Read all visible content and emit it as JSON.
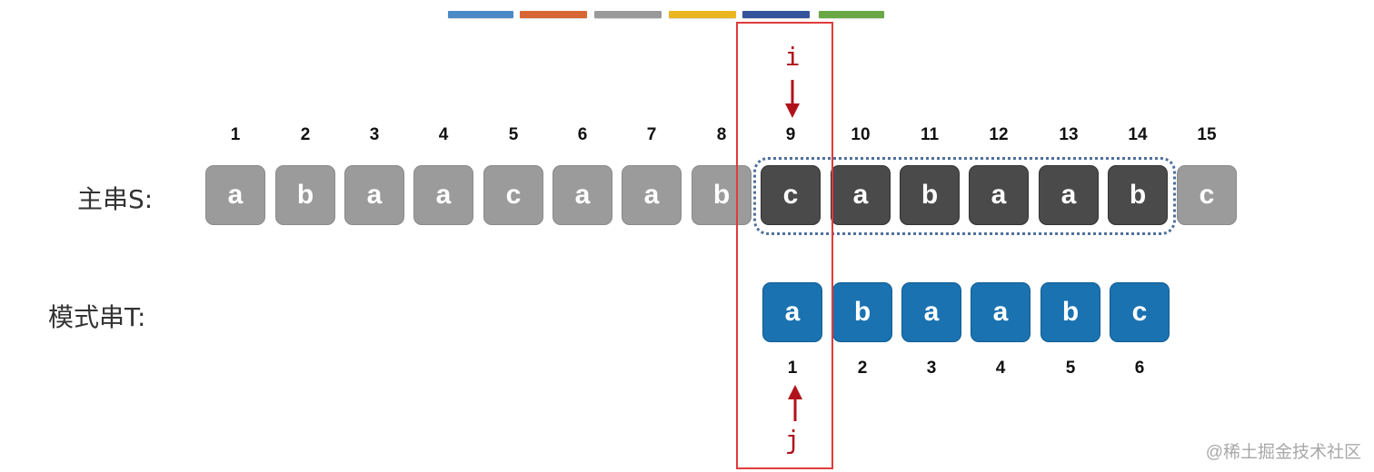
{
  "legend_colors": [
    "#4b8ac6",
    "#d76634",
    "#9a9a9a",
    "#eab720",
    "#33539b",
    "#6aa845"
  ],
  "labels": {
    "main_string": "主串S:",
    "pattern_string": "模式串T:"
  },
  "main_string": {
    "indices": [
      "1",
      "2",
      "3",
      "4",
      "5",
      "6",
      "7",
      "8",
      "9",
      "10",
      "11",
      "12",
      "13",
      "14",
      "15"
    ],
    "chars": [
      "a",
      "b",
      "a",
      "a",
      "c",
      "a",
      "a",
      "b",
      "c",
      "a",
      "b",
      "a",
      "a",
      "b",
      "c"
    ],
    "highlight_start_index": 9,
    "highlight_end_index": 14
  },
  "pattern_string": {
    "indices": [
      "1",
      "2",
      "3",
      "4",
      "5",
      "6"
    ],
    "chars": [
      "a",
      "b",
      "a",
      "a",
      "b",
      "c"
    ]
  },
  "pointers": {
    "i": "i",
    "j": "j"
  },
  "watermark": "@稀土掘金技术社区"
}
